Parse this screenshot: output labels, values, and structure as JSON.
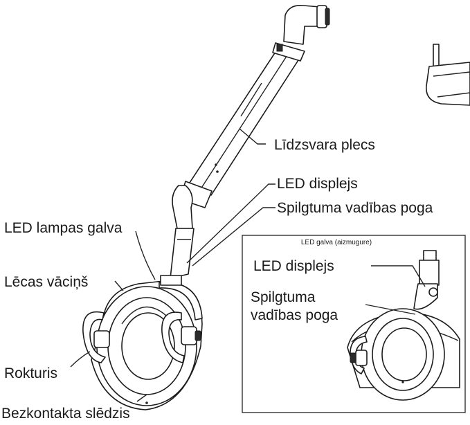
{
  "labels": {
    "counterbalance_arm": "Līdzsvara plecs",
    "led_display": "LED displejs",
    "brightness_button": "Spilgtuma vadības poga",
    "led_lamp_head": "LED lampas galva",
    "lens_cap": "Lēcas vāciņš",
    "handle": "Rokturis",
    "contactless_switch": "Bezkontakta slēdzis"
  },
  "inset": {
    "title": "LED galva (aizmugure)",
    "led_display": "LED displejs",
    "brightness_button_line1": "Spilgtuma",
    "brightness_button_line2": "vadības poga"
  }
}
